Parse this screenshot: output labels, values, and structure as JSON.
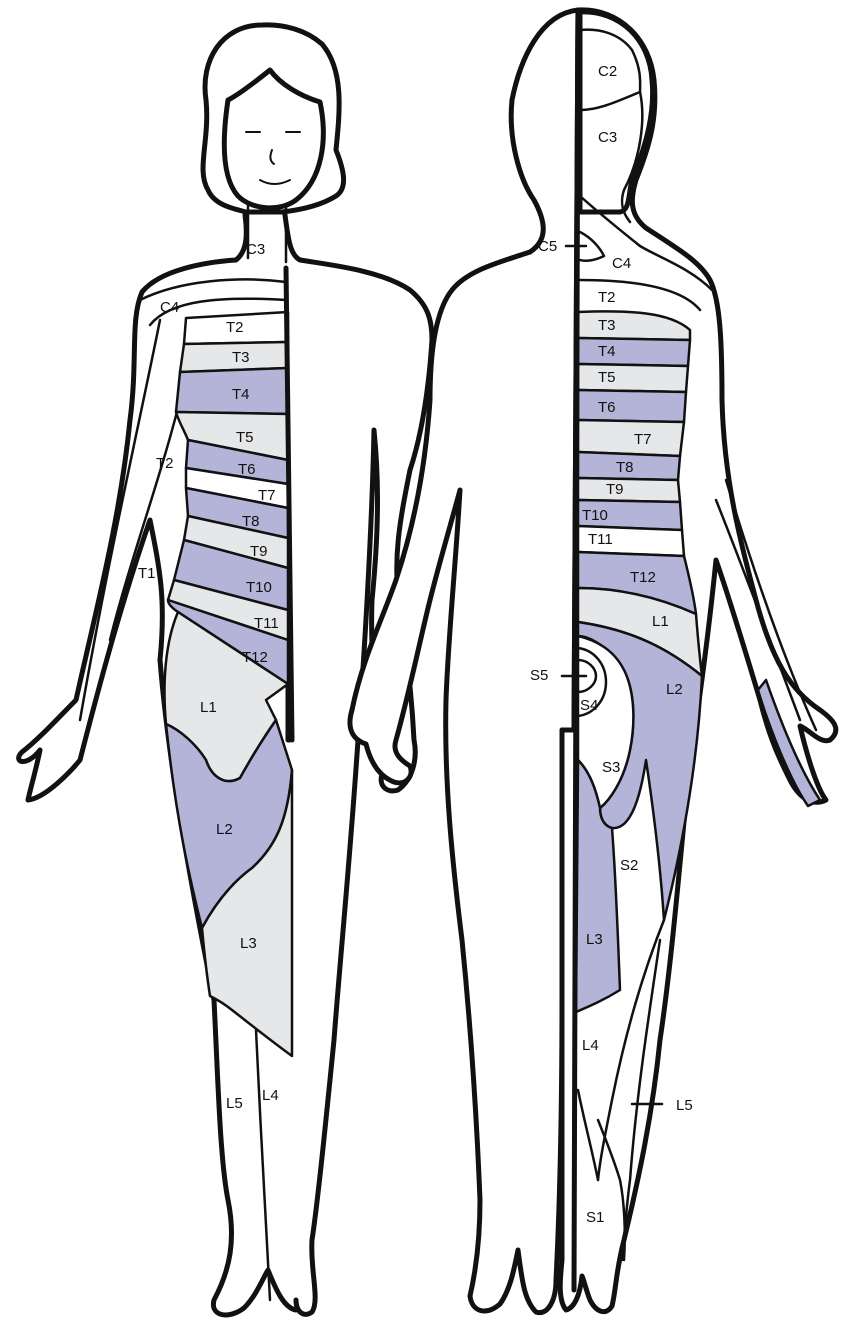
{
  "colors": {
    "purple": "#b3b4d8",
    "gray": "#e6e7e9",
    "white": "#ffffff",
    "line": "#111111"
  },
  "front_labels": [
    "C3",
    "C4",
    "T2",
    "T3",
    "T4",
    "T5",
    "T6",
    "T7",
    "T8",
    "T9",
    "T10",
    "T11",
    "T12",
    "T2",
    "T1",
    "L1",
    "L2",
    "L3",
    "L4",
    "L5"
  ],
  "back_labels": [
    "C2",
    "C3",
    "C5",
    "C4",
    "T2",
    "T3",
    "T4",
    "T5",
    "T6",
    "T7",
    "T8",
    "T9",
    "T10",
    "T11",
    "T12",
    "L1",
    "L2",
    "S5",
    "S4",
    "S3",
    "S2",
    "L3",
    "L4",
    "L5",
    "S1"
  ]
}
